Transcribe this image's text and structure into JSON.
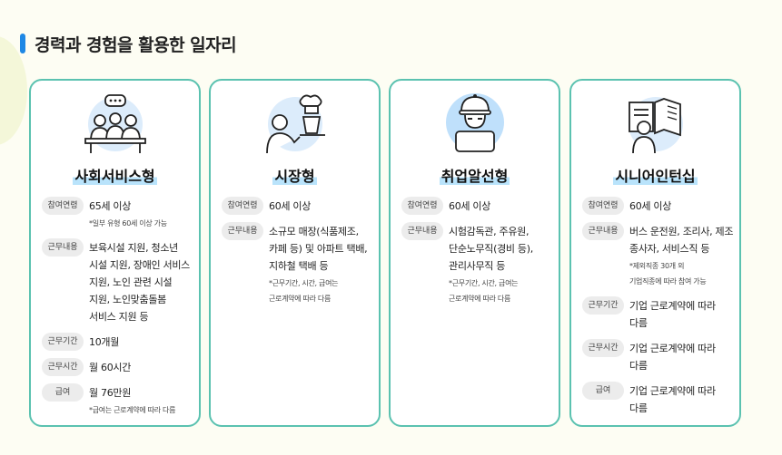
{
  "page": {
    "heading": "경력과 경험을 활용한 일자리",
    "accent_color": "#1e88e5",
    "card_border_color": "#5bc2b0",
    "title_highlight_color": "#b9e3fb"
  },
  "cards": [
    {
      "title": "사회서비스형",
      "icon": "people-meeting-icon",
      "rows": [
        {
          "label": "참여연령",
          "value": "65세 이상",
          "note": "*일부 유형 60세 이상 가능"
        },
        {
          "label": "근무내용",
          "value": "보육시설 지원, 청소년\n시설 지원, 장애인 서비스\n지원, 노인 관련 시설\n지원, 노인맞춤돌봄\n서비스 지원 등",
          "note": ""
        },
        {
          "label": "근무기간",
          "value": "10개월",
          "note": ""
        },
        {
          "label": "근무시간",
          "value": "월 60시간",
          "note": ""
        },
        {
          "label": "급여",
          "value": "월 76만원",
          "note": "*급여는 근로계약에 따라 다름"
        }
      ]
    },
    {
      "title": "시장형",
      "icon": "cooking-vendor-icon",
      "rows": [
        {
          "label": "참여연령",
          "value": "60세 이상",
          "note": ""
        },
        {
          "label": "근무내용",
          "value": "소규모 매장(식품제조,\n카페 등) 및 아파트 택배,\n지하철 택배 등",
          "note": "*근무기간, 시간, 급여는\n근로계약에 따라 다름"
        }
      ]
    },
    {
      "title": "취업알선형",
      "icon": "worker-helmet-icon",
      "rows": [
        {
          "label": "참여연령",
          "value": "60세 이상",
          "note": ""
        },
        {
          "label": "근무내용",
          "value": "시험감독관, 주유원,\n단순노무직(경비 등),\n관리사무직 등",
          "note": "*근무기간, 시간, 급여는\n근로계약에 따라 다름"
        }
      ]
    },
    {
      "title": "시니어인턴십",
      "icon": "intern-reading-icon",
      "rows": [
        {
          "label": "참여연령",
          "value": "60세 이상",
          "note": ""
        },
        {
          "label": "근무내용",
          "value": "버스 운전원, 조리사, 제조\n종사자, 서비스직 등",
          "note": "*제외직종 30개 외\n기업직종에 따라 참여 가능"
        },
        {
          "label": "근무기간",
          "value": "기업 근로계약에 따라\n다름",
          "note": ""
        },
        {
          "label": "근무시간",
          "value": "기업 근로계약에 따라\n다름",
          "note": ""
        },
        {
          "label": "급여",
          "value": "기업 근로계약에 따라\n다름",
          "note": ""
        }
      ]
    }
  ]
}
